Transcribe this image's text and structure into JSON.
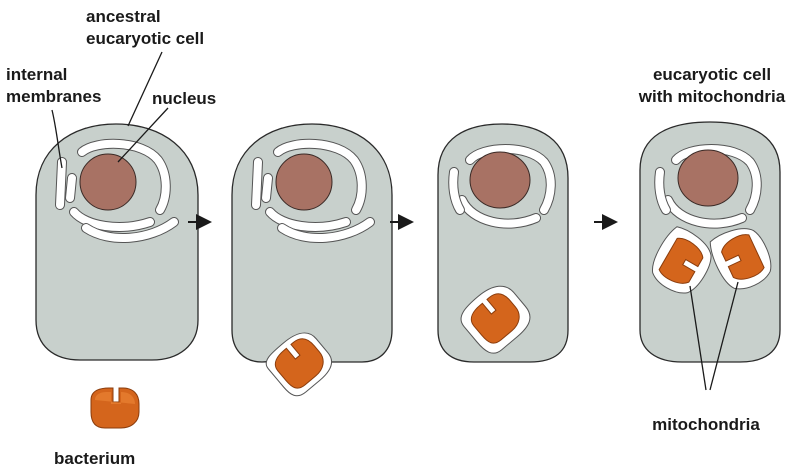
{
  "labels": {
    "ancestral_cell_line1": "ancestral",
    "ancestral_cell_line2": "eucaryotic cell",
    "internal_membranes_line1": "internal",
    "internal_membranes_line2": "membranes",
    "nucleus": "nucleus",
    "bacterium": "bacterium",
    "eucaryotic_mito_line1": "eucaryotic cell",
    "eucaryotic_mito_line2": "with mitochondria",
    "mitochondria": "mitochondria"
  },
  "colors": {
    "cytoplasm": "#c8d0cc",
    "nucleus": "#a87264",
    "bacterium": "#d4651c",
    "membrane": "#ffffff"
  },
  "stages": 4
}
